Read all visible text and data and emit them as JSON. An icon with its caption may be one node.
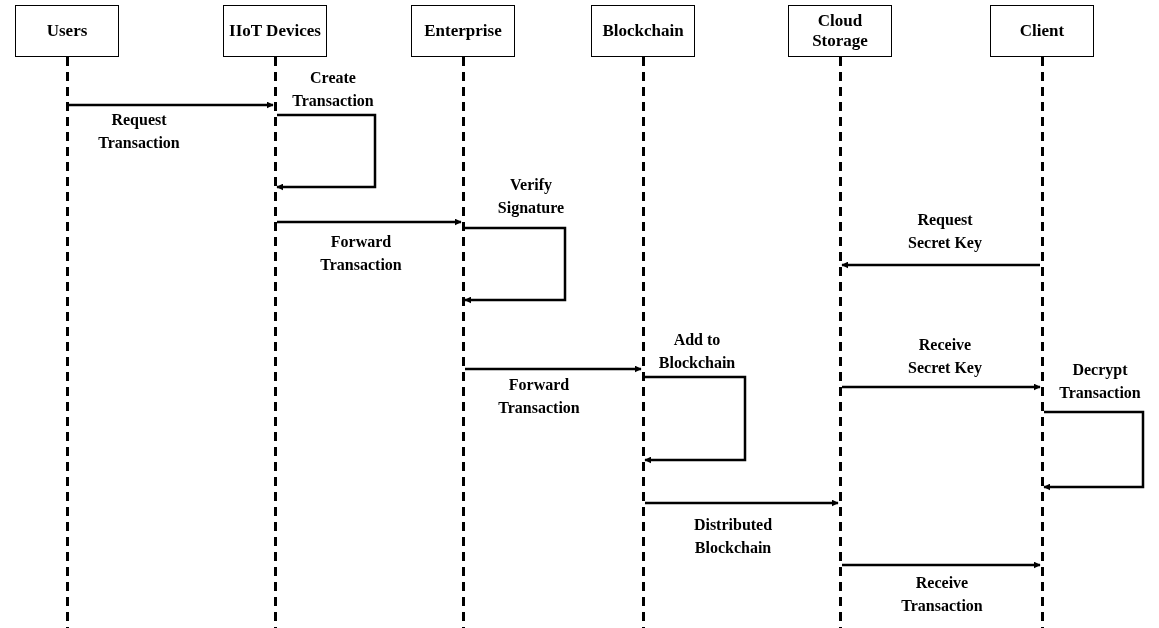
{
  "diagram": {
    "nodes": [
      {
        "text": [
          "Users"
        ]
      },
      {
        "text": [
          "IIoT Devices"
        ]
      },
      {
        "text": [
          "Enterprise"
        ]
      },
      {
        "text": [
          "Blockchain"
        ]
      },
      {
        "text": [
          "Cloud Storage"
        ]
      },
      {
        "text": [
          "Client"
        ]
      }
    ],
    "edges": [
      {
        "from": 0,
        "to": 1,
        "arrow": "to",
        "label": "Request Transaction"
      },
      {
        "from": 1,
        "to": 1,
        "arrow": "to",
        "label": "Create Transaction"
      },
      {
        "from": 1,
        "to": 2,
        "arrow": "to",
        "label": "Forward Transaction"
      },
      {
        "from": 2,
        "to": 2,
        "arrow": "to",
        "label": "Verify Signature"
      },
      {
        "from": 5,
        "to": 4,
        "arrow": "to",
        "label": "Request Secret Key"
      },
      {
        "from": 2,
        "to": 3,
        "arrow": "to",
        "label": "Forward Transaction"
      },
      {
        "from": 3,
        "to": 3,
        "arrow": "to",
        "label": "Add to Blockchain"
      },
      {
        "from": 4,
        "to": 5,
        "arrow": "to",
        "label": "Receive Secret Key"
      },
      {
        "from": 5,
        "to": 5,
        "arrow": "to",
        "label": "Decrypt Transaction"
      },
      {
        "from": 3,
        "to": 4,
        "arrow": "to",
        "label": "Distributed Blockchain"
      },
      {
        "from": 4,
        "to": 5,
        "arrow": "to",
        "label": "Receive Transaction"
      }
    ]
  }
}
